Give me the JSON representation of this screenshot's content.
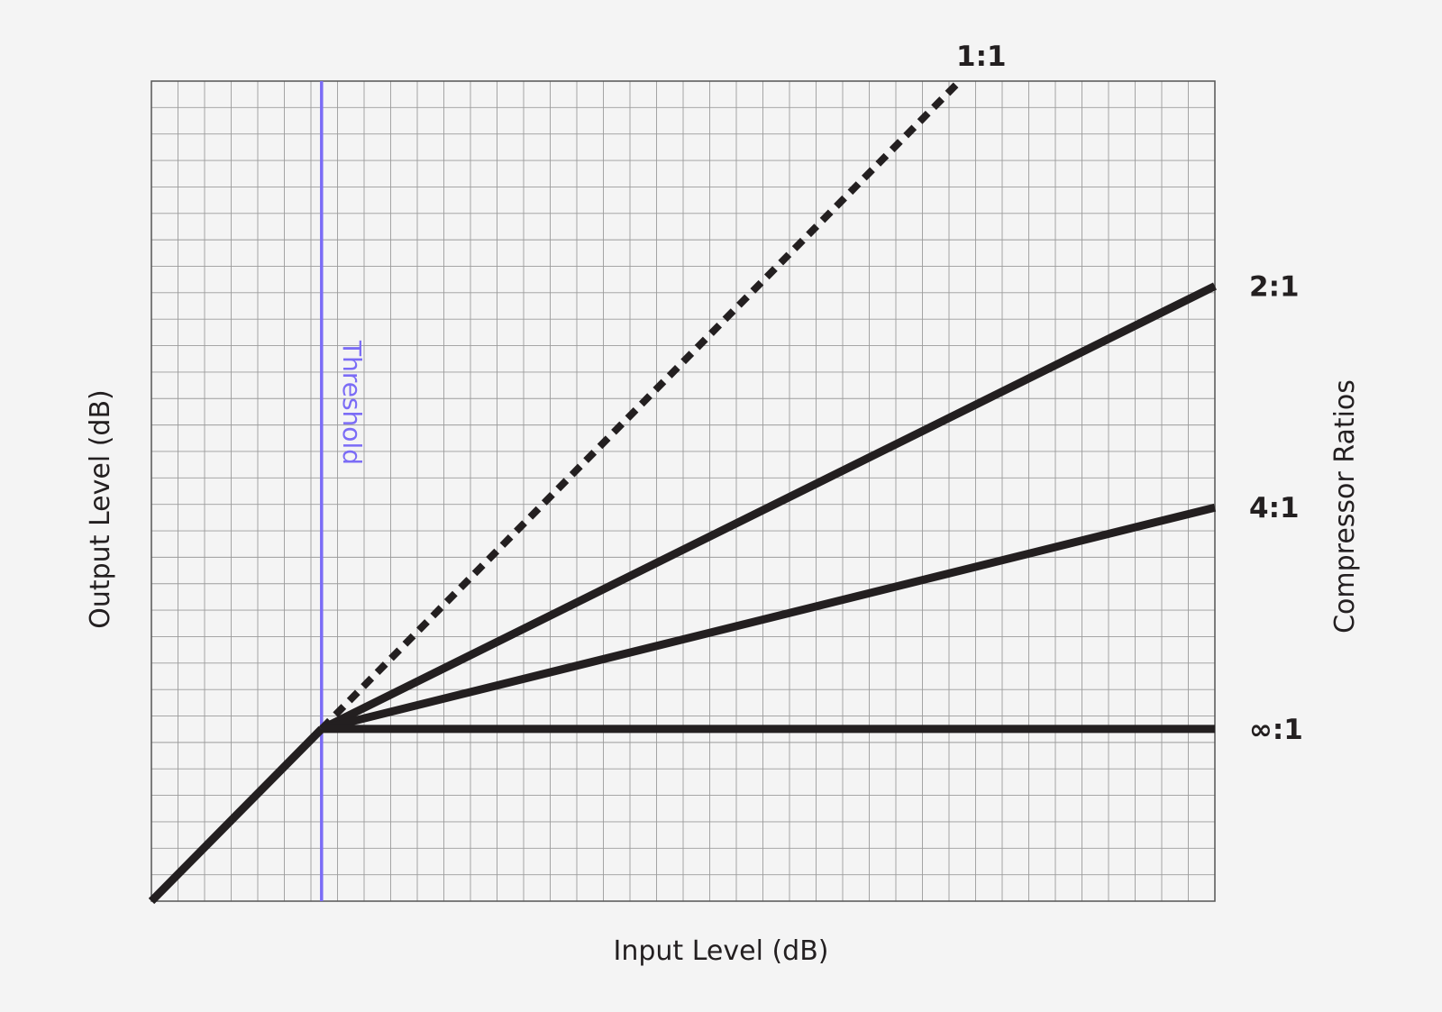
{
  "chart_data": {
    "type": "line",
    "title": "",
    "xlabel": "Input Level (dB)",
    "ylabel": "Output Level (dB)",
    "right_label": "Compressor Ratios",
    "xlim": [
      0,
      100
    ],
    "ylim": [
      0,
      100
    ],
    "grid": true,
    "threshold": {
      "label": "Threshold",
      "x": 16,
      "color": "#7b6cf6"
    },
    "series": [
      {
        "name": "1:1",
        "style": "dashed",
        "x": [
          16,
          76
        ],
        "y": [
          21,
          100
        ]
      },
      {
        "name": "2:1",
        "style": "solid",
        "x": [
          16,
          100
        ],
        "y": [
          21,
          75
        ]
      },
      {
        "name": "4:1",
        "style": "solid",
        "x": [
          16,
          100
        ],
        "y": [
          21,
          48
        ]
      },
      {
        "name": "∞:1",
        "style": "solid",
        "x": [
          16,
          100
        ],
        "y": [
          21,
          21
        ]
      }
    ],
    "below_threshold": {
      "style": "solid",
      "x": [
        0,
        16
      ],
      "y": [
        0,
        21
      ]
    },
    "line_color": "#231f20",
    "grid_color": "#9b9b9b"
  }
}
